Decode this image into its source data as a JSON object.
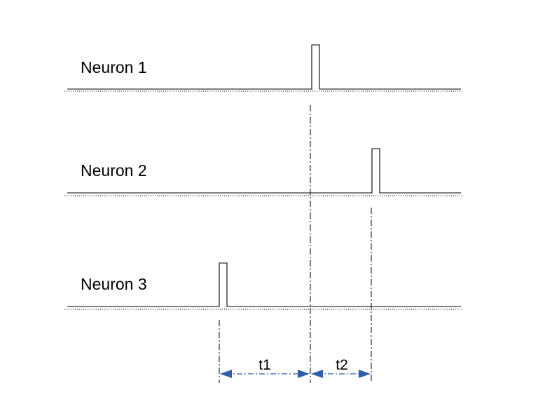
{
  "neurons": [
    {
      "label": "Neuron 1"
    },
    {
      "label": "Neuron 2"
    },
    {
      "label": "Neuron 3"
    }
  ],
  "intervals": [
    {
      "label": "t1"
    },
    {
      "label": "t2"
    }
  ],
  "colors": {
    "trace": "#000000",
    "interval_arrow": "#2f5fa8"
  }
}
